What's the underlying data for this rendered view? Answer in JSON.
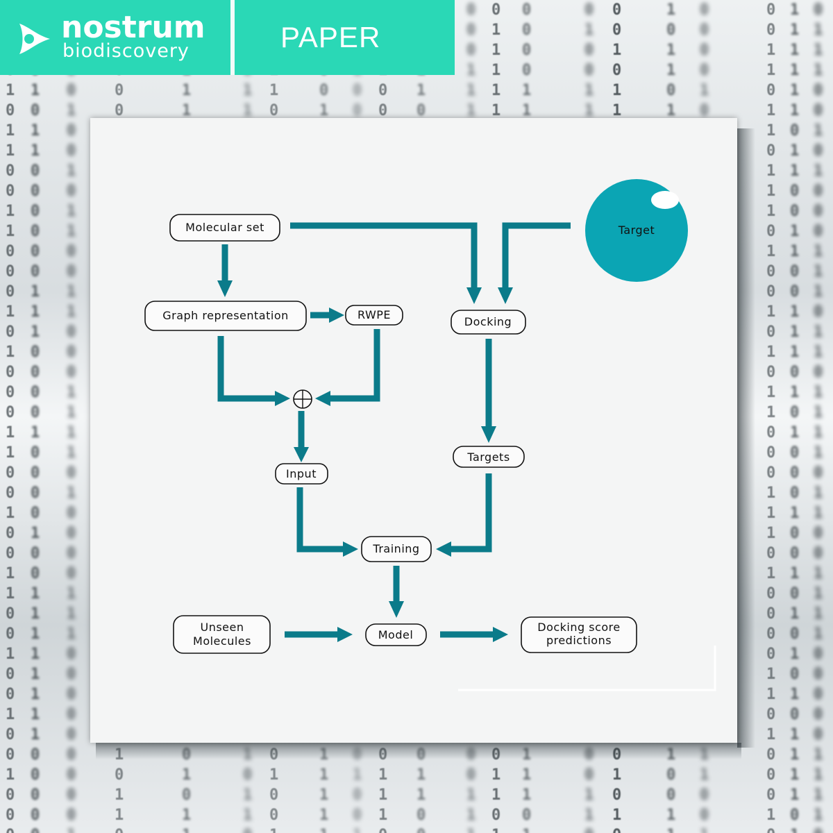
{
  "header": {
    "brand_name": "nostrum",
    "brand_sub": "biodiscovery",
    "section_label": "PAPER",
    "accent_color": "#2ad8b6"
  },
  "diagram": {
    "flow_color": "#0b7b8a",
    "target_color": "#0ba5b4",
    "nodes": {
      "molecular_set": "Molecular set",
      "graph_representation": "Graph representation",
      "rwpe": "RWPE",
      "combine_symbol": "⊕",
      "input": "Input",
      "docking": "Docking",
      "target": "Target",
      "targets": "Targets",
      "training": "Training",
      "model": "Model",
      "unseen_molecules": [
        "Unseen",
        "Molecules"
      ],
      "docking_score_predictions": [
        "Docking score",
        "predictions"
      ]
    },
    "edges": [
      {
        "from": "molecular_set",
        "to": "graph_representation"
      },
      {
        "from": "molecular_set",
        "to": "docking"
      },
      {
        "from": "target",
        "to": "docking"
      },
      {
        "from": "graph_representation",
        "to": "rwpe"
      },
      {
        "from": "graph_representation",
        "to": "combine_symbol"
      },
      {
        "from": "rwpe",
        "to": "combine_symbol"
      },
      {
        "from": "combine_symbol",
        "to": "input"
      },
      {
        "from": "docking",
        "to": "targets"
      },
      {
        "from": "input",
        "to": "training"
      },
      {
        "from": "targets",
        "to": "training"
      },
      {
        "from": "training",
        "to": "model"
      },
      {
        "from": "unseen_molecules",
        "to": "model"
      },
      {
        "from": "model",
        "to": "docking_score_predictions"
      }
    ]
  }
}
